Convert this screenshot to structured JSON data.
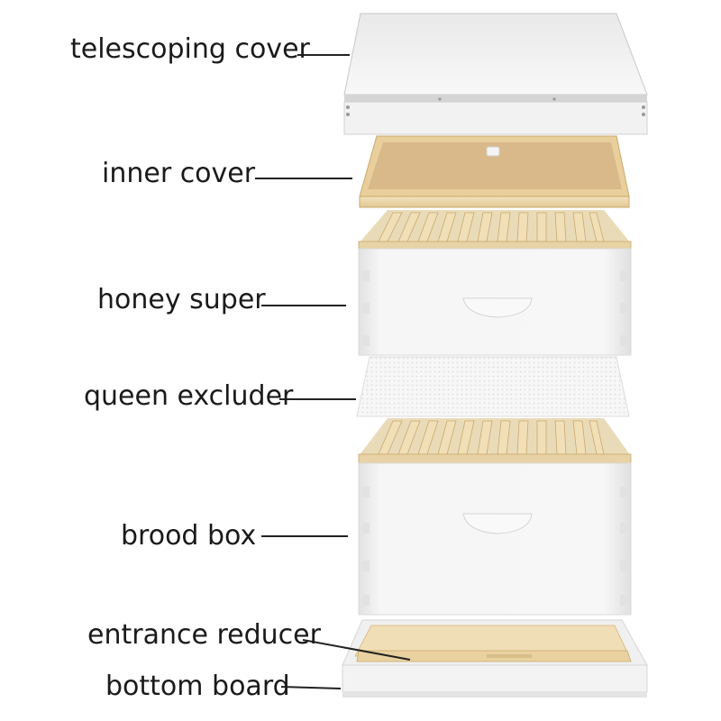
{
  "labels": {
    "telescoping_cover": "telescoping cover",
    "inner_cover": "inner cover",
    "honey_super": "honey super",
    "queen_excluder": "queen excluder",
    "brood_box": "brood box",
    "entrance_reducer": "entrance reducer",
    "bottom_board": "bottom board"
  },
  "colors": {
    "box_white": "#f4f4f4",
    "box_shade": "#e6e6e6",
    "wood_light": "#f0ddb4",
    "wood_dark": "#d8bc86",
    "masonite": "#d9b98a",
    "cover_metal": "#eeeeee",
    "line": "#222222"
  }
}
